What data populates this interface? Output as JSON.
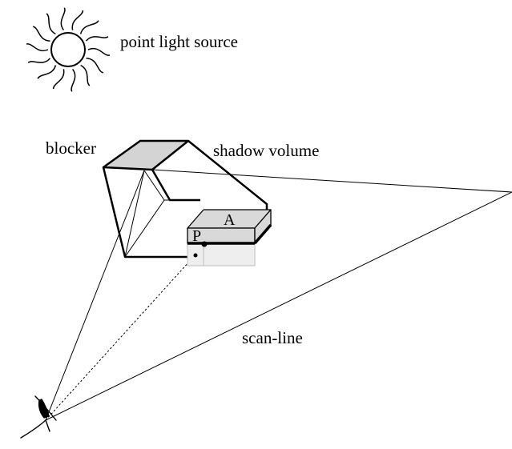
{
  "labels": {
    "light_source": "point light source",
    "blocker": "blocker",
    "shadow_volume": "shadow volume",
    "object_a": "A",
    "point_p": "P",
    "scan_line": "scan-line"
  },
  "colors": {
    "stroke": "#000000",
    "blocker_fill": "#d4d4d4",
    "object_fill": "#d9d9d9",
    "object_hidden_fill": "#eeeeee",
    "hidden_stroke": "#bdbdbd",
    "background": "#ffffff"
  },
  "icons": {
    "light": "sun-icon",
    "viewer": "eye-icon"
  }
}
